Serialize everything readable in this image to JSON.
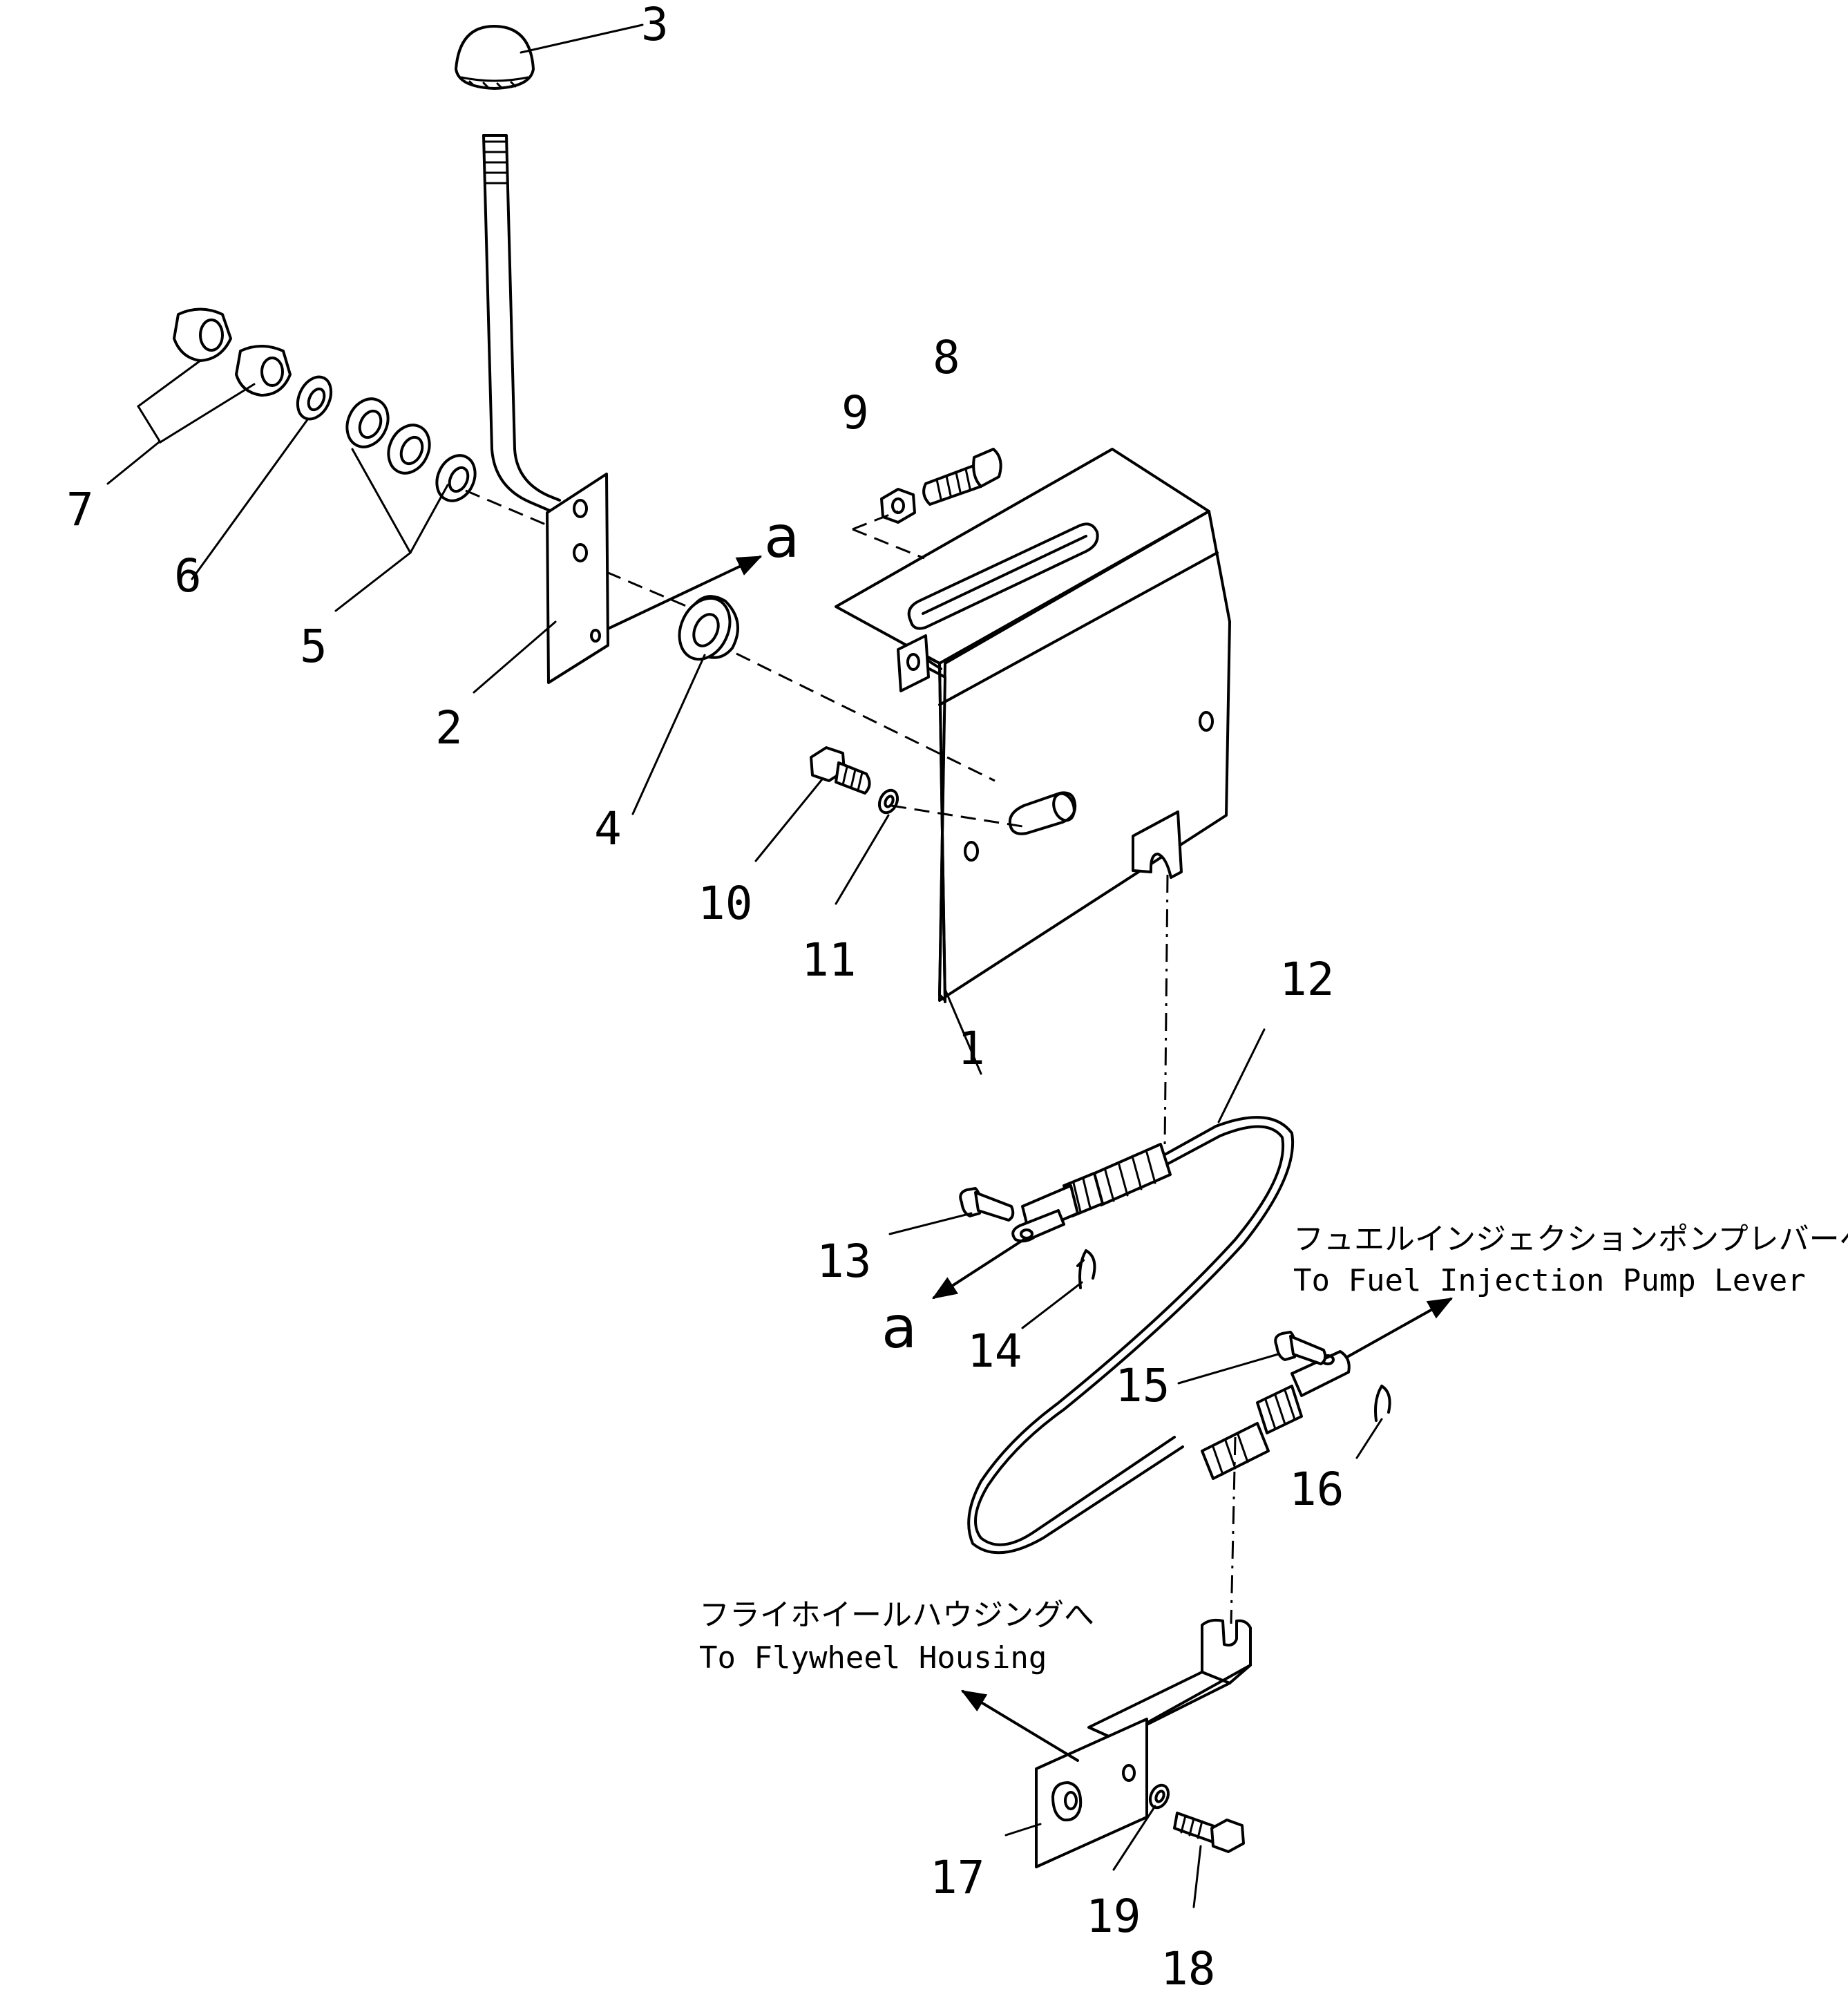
{
  "part_numbers": {
    "p1": "1",
    "p2": "2",
    "p3": "3",
    "p4": "4",
    "p5": "5",
    "p6": "6",
    "p7": "7",
    "p8": "8",
    "p9": "9",
    "p10": "10",
    "p11": "11",
    "p12": "12",
    "p13": "13",
    "p14": "14",
    "p15": "15",
    "p16": "16",
    "p17": "17",
    "p18": "18",
    "p19": "19"
  },
  "reference_letters": {
    "upper": "a",
    "lower": "a"
  },
  "notes": {
    "fuel_pump_jp": "フュエルインジェクションポンプレバーへ",
    "fuel_pump_en": "To Fuel Injection Pump Lever",
    "flywheel_jp": "フライホイールハウジングへ",
    "flywheel_en": "To Flywheel Housing"
  }
}
